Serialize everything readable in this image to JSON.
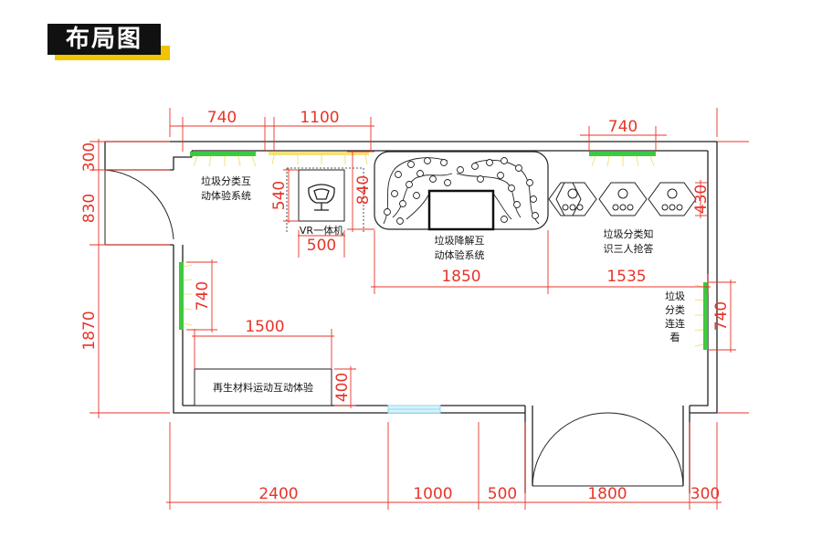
{
  "title": "布局图",
  "labels": {
    "recycle_interactive_l1": "垃圾分类互",
    "recycle_interactive_l2": "动体验系统",
    "vr": "VR一体机",
    "degrade_l1": "垃圾降解互",
    "degrade_l2": "动体验系统",
    "quiz_l1": "垃圾分类知",
    "quiz_l2": "识三人抢答",
    "match_l1": "垃圾",
    "match_l2": "分类",
    "match_l3": "连连",
    "match_l4": "看",
    "material": "再生材料运动互动体验"
  },
  "dimensions": {
    "top_740_left": "740",
    "top_1100": "1100",
    "top_740_right": "740",
    "left_300": "300",
    "left_830": "830",
    "left_1870": "1870",
    "vr_540": "540",
    "vr_500": "500",
    "degrade_840": "840",
    "degrade_1850": "1850",
    "quiz_430": "430",
    "quiz_1535": "1535",
    "screen_740": "740",
    "material_1500": "1500",
    "material_400": "400",
    "right_740": "740",
    "bottom_2400": "2400",
    "bottom_1000": "1000",
    "bottom_500": "500",
    "bottom_1800": "1800",
    "bottom_300": "300"
  },
  "colors": {
    "wall": "#222222",
    "dimension": "#e8342a",
    "screen": "#3ec93e",
    "light_bar": "#f3e27a",
    "window": "#8fd6ea",
    "title_bg": "#111111",
    "title_accent": "#f2c300"
  }
}
